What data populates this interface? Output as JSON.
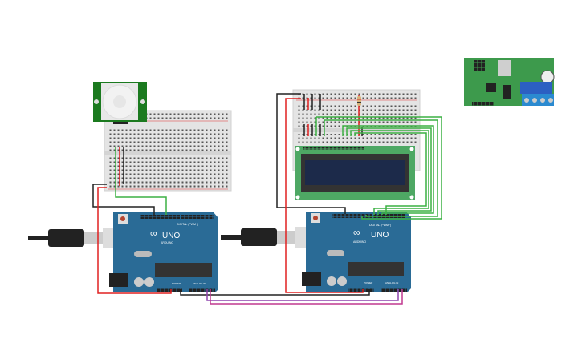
{
  "arduino_1": {
    "brand": "ARDUINO",
    "model": "UNO",
    "digital_label": "DIGITAL (PWM~)",
    "power_label": "POWER",
    "analog_label": "ANALOG IN"
  },
  "arduino_2": {
    "brand": "ARDUINO",
    "model": "UNO",
    "digital_label": "DIGITAL (PWM~)",
    "power_label": "POWER",
    "analog_label": "ANALOG IN"
  },
  "colors": {
    "board_blue": "#2a6b96",
    "breadboard": "#e4e4e4",
    "pcb_green": "#1b7a1f",
    "lcd_green": "#4ea864",
    "lcd_screen": "#1c2a4a",
    "wire_red": "#e02020",
    "wire_black": "#222222",
    "wire_green": "#3cb043",
    "wire_purple": "#8e44ad",
    "wire_magenta": "#c0388f"
  },
  "components": [
    "pir-sensor",
    "breadboard",
    "arduino-uno",
    "lcd-16x2",
    "motor-driver-module"
  ]
}
